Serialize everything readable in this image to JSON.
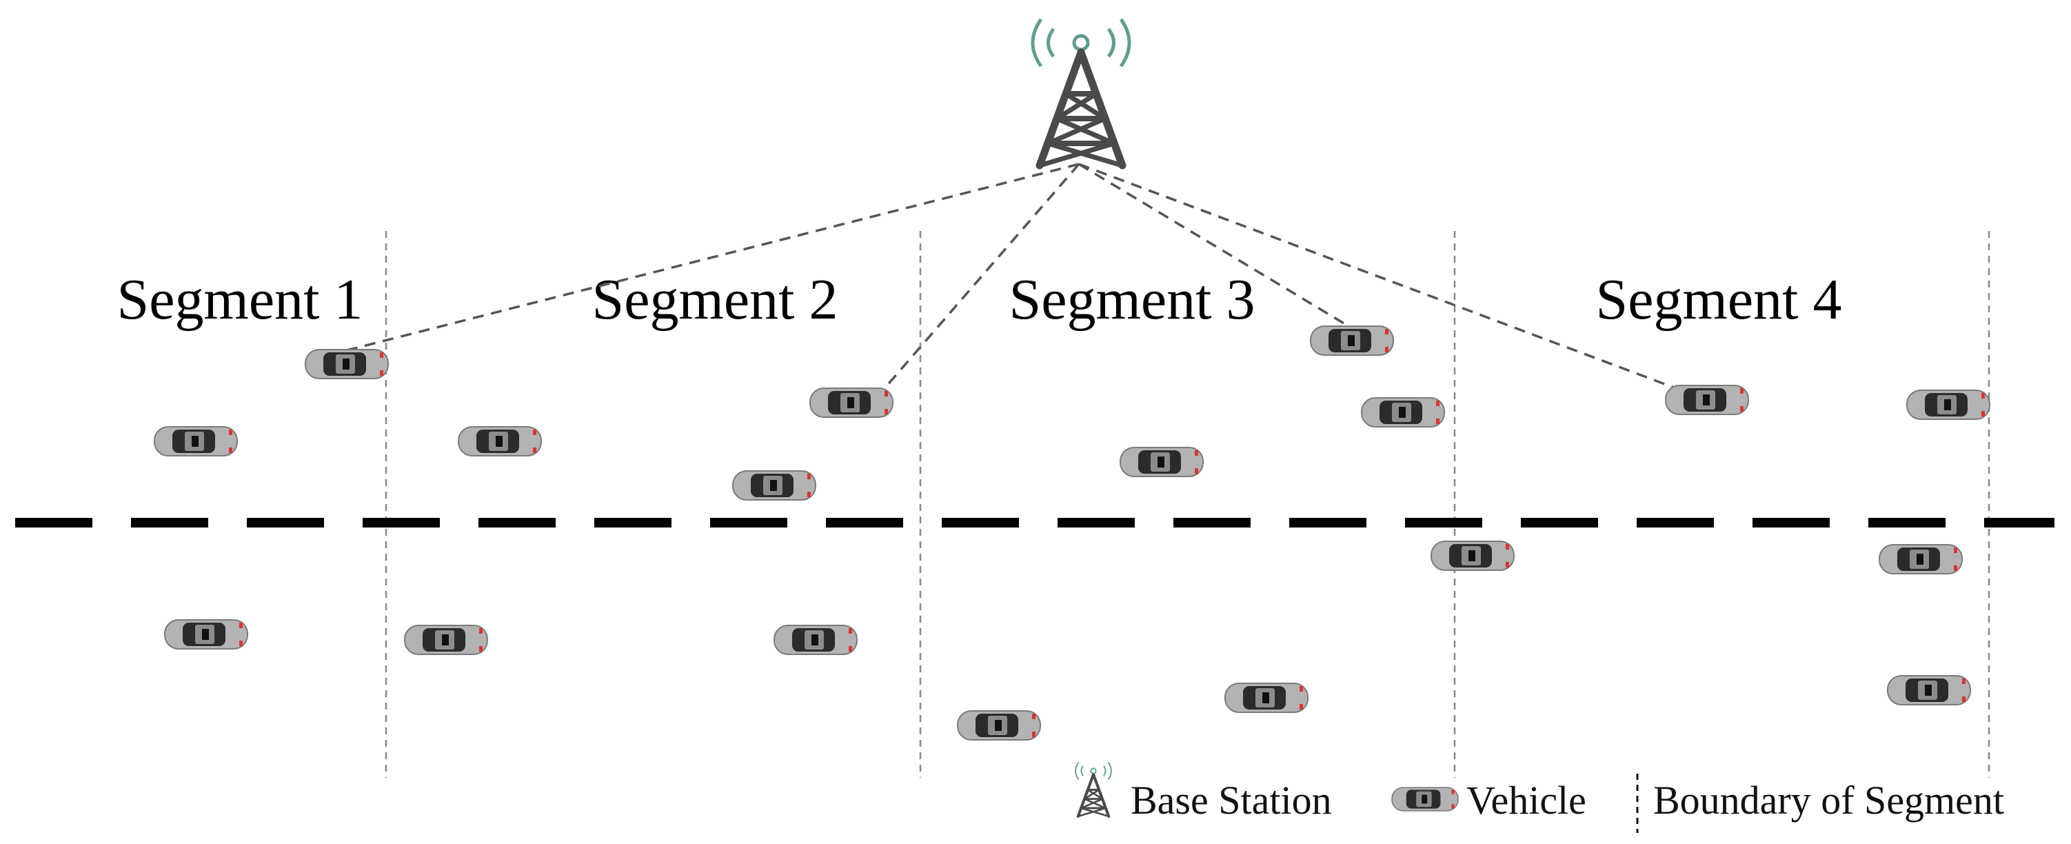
{
  "segments": [
    {
      "label": "Segment 1"
    },
    {
      "label": "Segment 2"
    },
    {
      "label": "Segment 3"
    },
    {
      "label": "Segment 4"
    }
  ],
  "legend": {
    "base_station": "Base Station",
    "vehicle": "Vehicle",
    "boundary": "Boundary of Segment"
  },
  "colors": {
    "tower": "#4a4a4a",
    "signal": "#5f9e8f",
    "vehicle_body": "#a9a9a9",
    "vehicle_roof": "#2b2b2b",
    "link_line": "#555555",
    "lane_divider": "#000000",
    "boundary_line": "#888888"
  },
  "icons": {
    "base_station": "antenna-tower-icon",
    "vehicle": "car-top-view-icon"
  }
}
